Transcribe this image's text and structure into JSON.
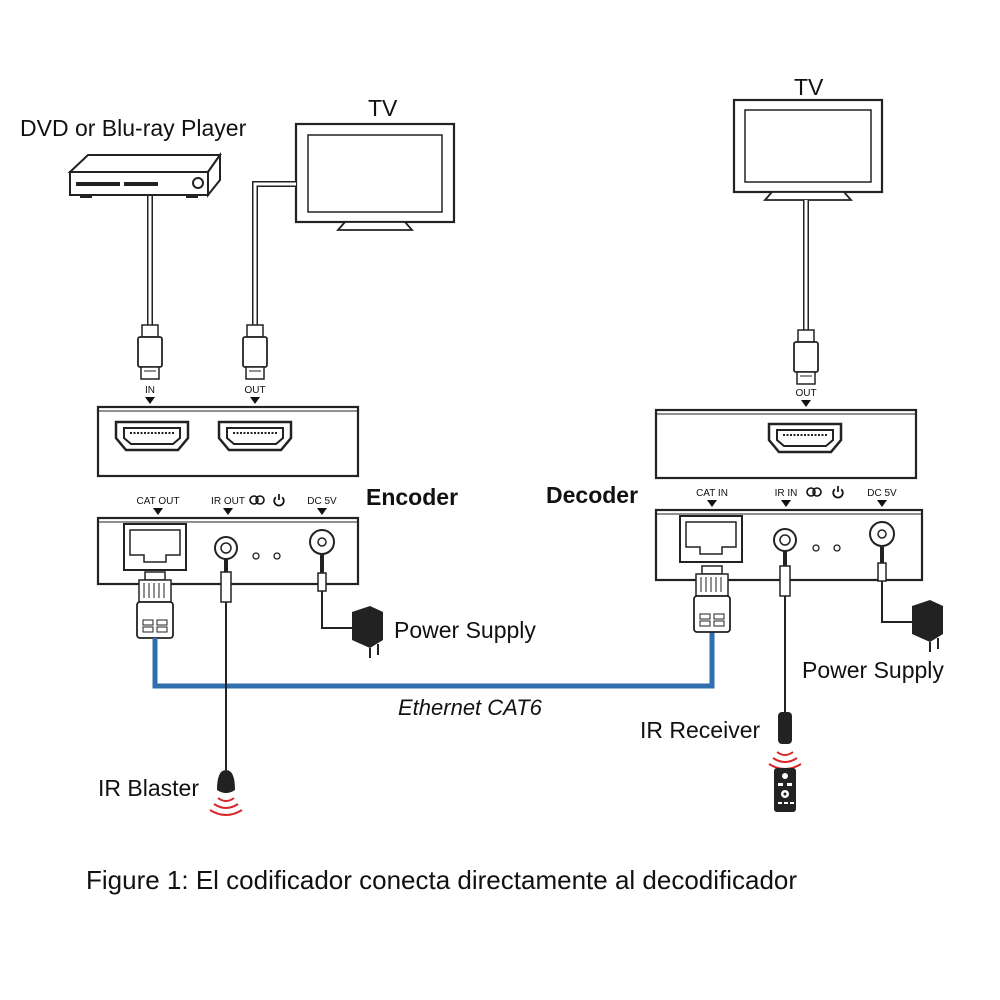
{
  "labels": {
    "dvd_player": "DVD or Blu-ray Player",
    "tv_left": "TV",
    "tv_right": "TV",
    "encoder": "Encoder",
    "decoder": "Decoder",
    "power_supply_left": "Power Supply",
    "power_supply_right": "Power Supply",
    "ethernet": "Ethernet CAT6",
    "ir_receiver": "IR Receiver",
    "ir_blaster": "IR Blaster"
  },
  "encoder_ports": {
    "in": "IN",
    "out": "OUT",
    "cat_out": "CAT OUT",
    "ir_out": "IR OUT",
    "dc": "DC 5V"
  },
  "decoder_ports": {
    "out": "OUT",
    "cat_in": "CAT IN",
    "ir_in": "IR IN",
    "dc": "DC 5V"
  },
  "caption": "Figure 1: El codificador conecta directamente al decodificador",
  "colors": {
    "ethernet_cable": "#2f6fad",
    "ir_signal": "#d9262b",
    "outline": "#222222"
  }
}
